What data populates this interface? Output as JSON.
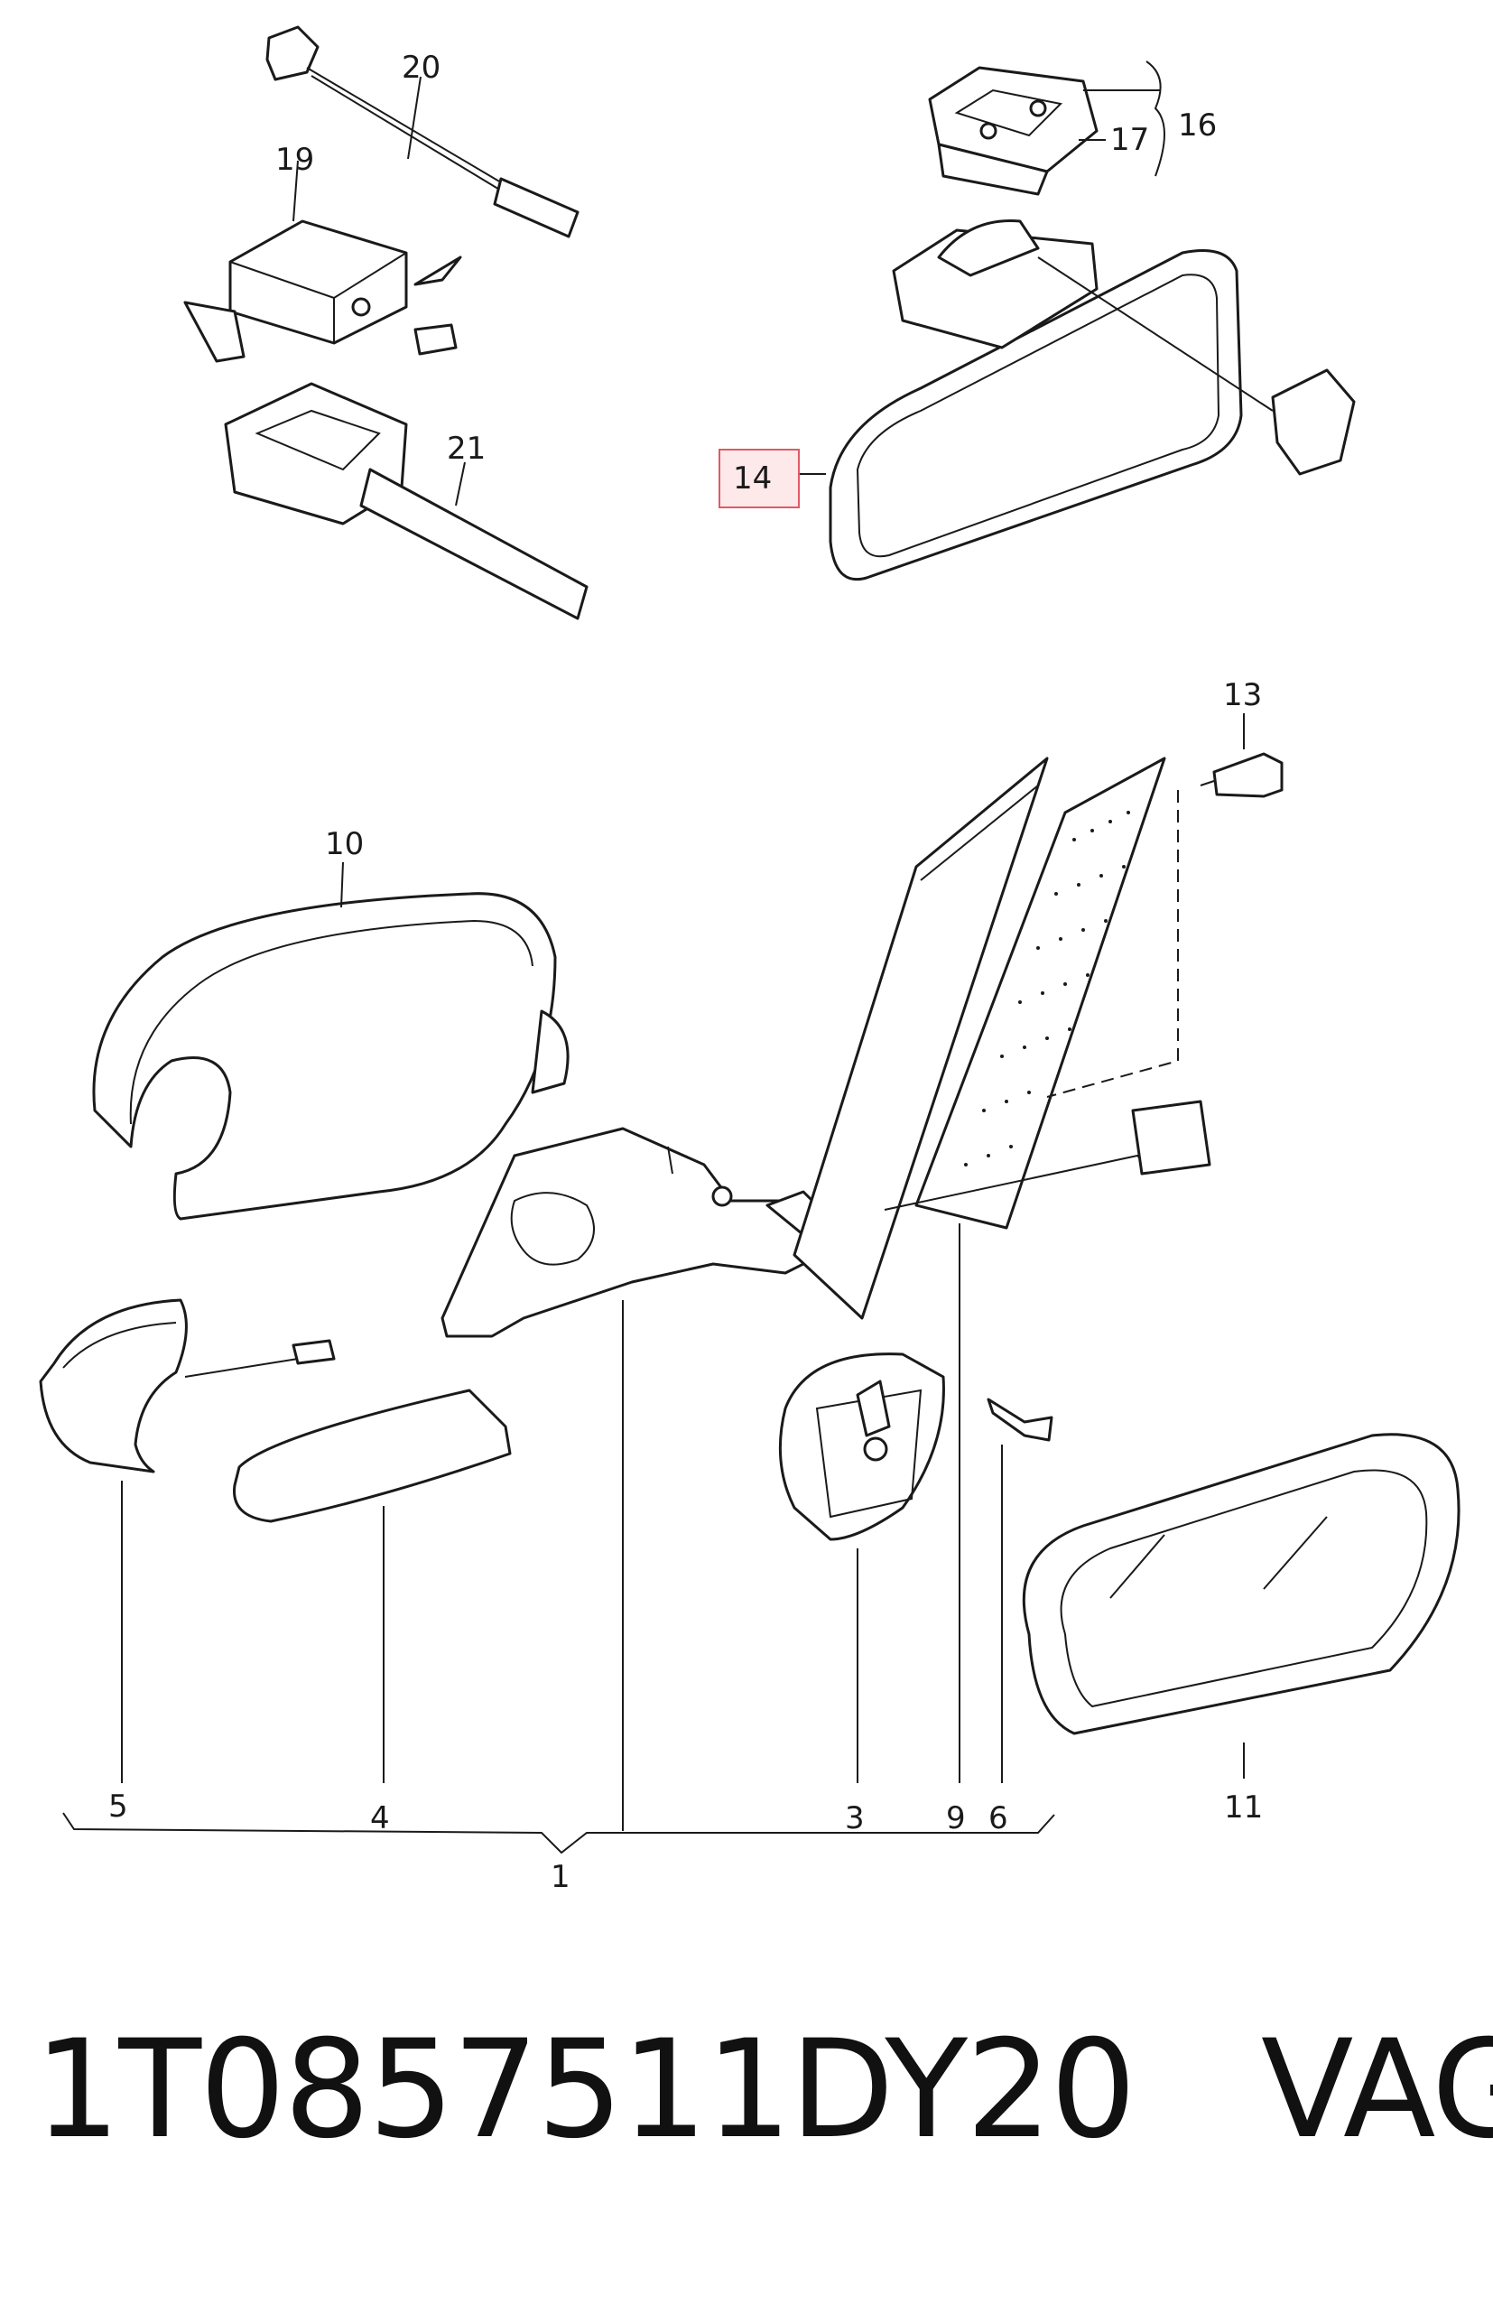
{
  "diagram": {
    "callouts": {
      "c1": "1",
      "c3": "3",
      "c4": "4",
      "c5": "5",
      "c6": "6",
      "c9": "9",
      "c10": "10",
      "c11": "11",
      "c13": "13",
      "c14": "14",
      "c16": "16",
      "c17": "17",
      "c19": "19",
      "c20": "20",
      "c21": "21"
    },
    "highlight_color": "#e05a66"
  },
  "caption": {
    "part_number": "1T0857511DY20",
    "brand": "VAG"
  }
}
